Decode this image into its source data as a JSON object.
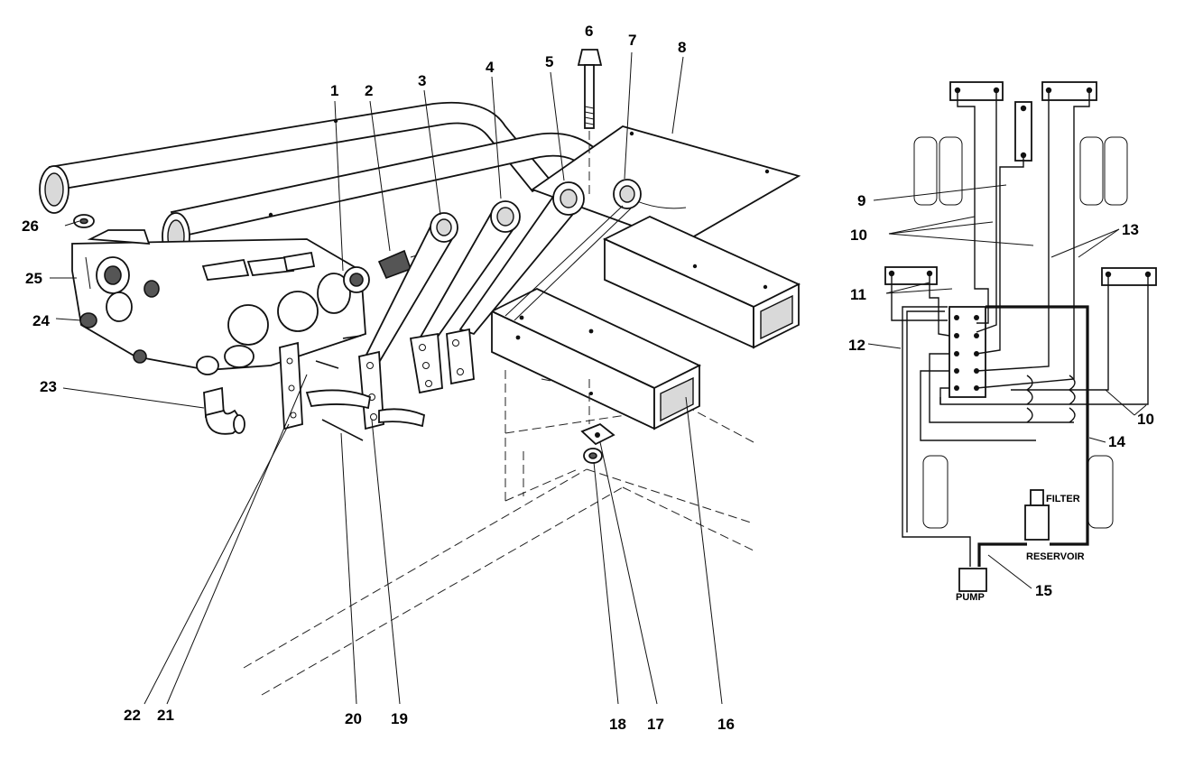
{
  "diagram": {
    "callouts": [
      "1",
      "2",
      "3",
      "4",
      "5",
      "6",
      "7",
      "8",
      "9",
      "10",
      "11",
      "12",
      "13",
      "14",
      "15",
      "16",
      "17",
      "18",
      "19",
      "20",
      "21",
      "22",
      "23",
      "24",
      "25",
      "26"
    ],
    "schematic_callouts": {
      "c9": "9",
      "c10a": "10",
      "c10b": "10",
      "c11": "11",
      "c12": "12",
      "c13": "13",
      "c14": "14",
      "c15": "15"
    },
    "schematic_labels": {
      "filter": "FILTER",
      "reservoir": "RESERVOIR",
      "pump": "PUMP"
    }
  }
}
